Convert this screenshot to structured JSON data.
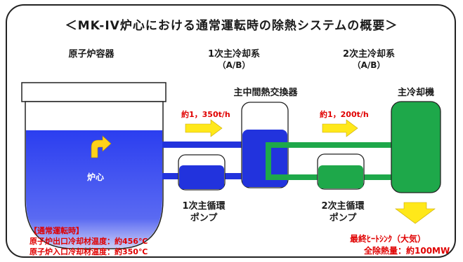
{
  "title": "＜MK-IV炉心における通常運転時の除熱システムの概要＞",
  "vessel": {
    "label": "原子炉容器",
    "core_label": "炉心"
  },
  "primary": {
    "label": "1次主冷却系",
    "sub": "（A/B）",
    "flow": "約1，350t/h",
    "pump_line1": "1次主循環",
    "pump_line2": "ポンプ"
  },
  "ihx": {
    "label": "主中間熱交換器"
  },
  "secondary": {
    "label": "2次主冷却系",
    "sub": "（A/B）",
    "flow": "約1，200t/h",
    "pump_line1": "2次主循環",
    "pump_line2": "ポンプ"
  },
  "cooler": {
    "label": "主冷却機"
  },
  "normal": {
    "heading": "【通常運転時】",
    "outlet": "原子炉出口冷却材温度：約456℃",
    "inlet": "原子炉入口冷却材温度：約350℃"
  },
  "sink": {
    "line1": "最終ﾋｰﾄｼﾝｸ（大気）",
    "line2": "全除熱量：約100MW"
  },
  "colors": {
    "primary_blue": "#2233dd",
    "secondary_green": "#1ea84a",
    "arrow_yellow": "#ffe81a",
    "flow_red": "#e00000"
  }
}
